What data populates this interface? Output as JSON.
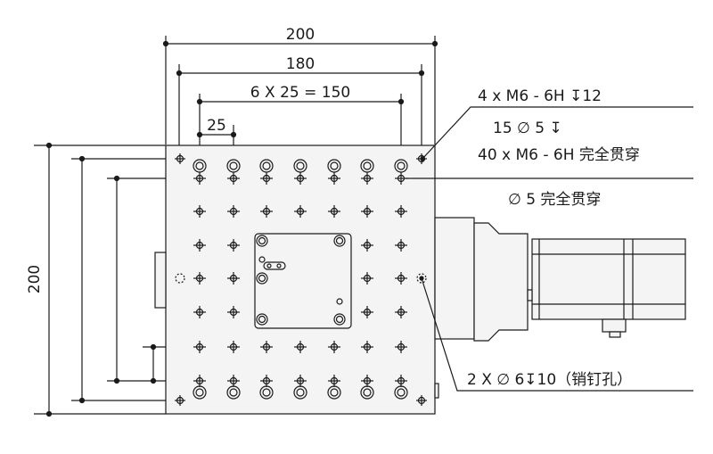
{
  "dimensions": {
    "top_width": "200",
    "top_inner": "180",
    "top_pitch": "6 X 25 = 150",
    "top_single": "25",
    "left_height": "200"
  },
  "callouts": {
    "corner_tap": "4 x  M6 - 6H ↧12",
    "counterbore": "15  ∅  5 ↧",
    "grid_tap": "40 x  M6 - 6H 完全贯穿",
    "through_hole": "∅  5 完全贯穿",
    "pin_hole": "2 X  ∅ 6↧10（销钉孔）"
  },
  "colors": {
    "line": "#1a1a1a",
    "fill": "#f4f4f4"
  }
}
